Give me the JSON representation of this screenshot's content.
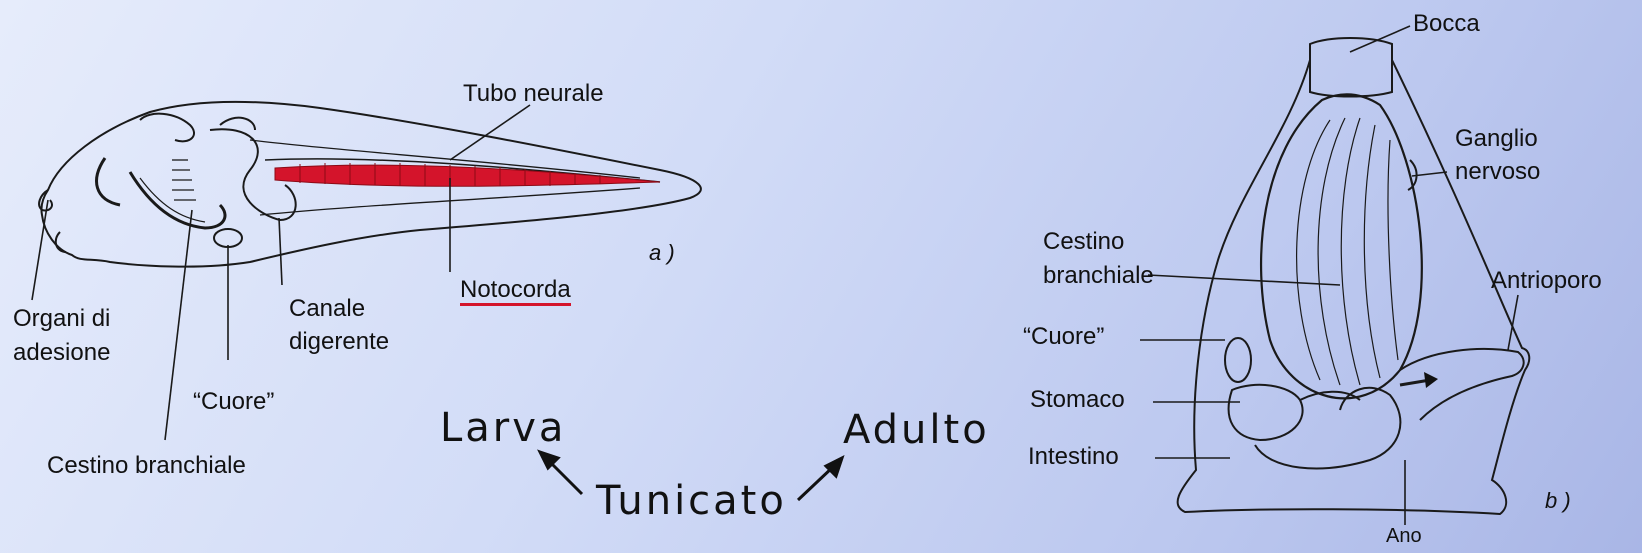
{
  "larva": {
    "labels": {
      "tubo_neurale": "Tubo neurale",
      "notocorda": "Notocorda",
      "organi_1": "Organi di",
      "organi_2": "adesione",
      "canale_1": "Canale",
      "canale_2": "digerente",
      "cuore": "“Cuore”",
      "cestino": "Cestino branchiale",
      "tag": "a )"
    }
  },
  "center": {
    "larva": "Larva",
    "tunicato": "Tunicato",
    "adulto": "Adulto"
  },
  "adult": {
    "labels": {
      "bocca": "Bocca",
      "ganglio_1": "Ganglio",
      "ganglio_2": "nervoso",
      "cestino_1": "Cestino",
      "cestino_2": "branchiale",
      "antrioporo": "Antrioporo",
      "cuore": "“Cuore”",
      "stomaco": "Stomaco",
      "intestino": "Intestino",
      "ano": "Ano",
      "tag": "b )"
    }
  },
  "colors": {
    "notochord": "#d4142b",
    "ink": "#1a1a1a"
  }
}
